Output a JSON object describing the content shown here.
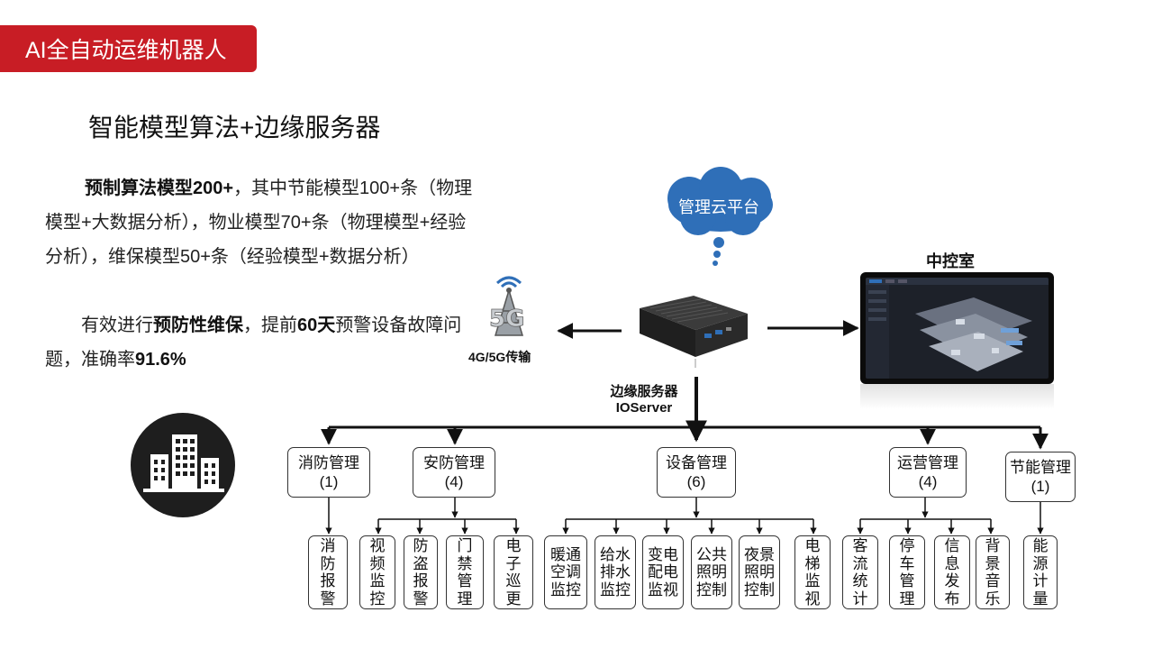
{
  "header": {
    "title": "AI全自动运维机器人",
    "color": "#c81d25"
  },
  "subtitle": "智能模型算法+边缘服务器",
  "paragraph1": {
    "bold1": "预制算法模型200+",
    "text1": "，其中节能模型100+条（物理模型+大数据分析），物业模型70+条（物理模型+经验分析），维保模型50+条（经验模型+数据分析）"
  },
  "paragraph2": {
    "text1": "有效进行",
    "bold1": "预防性维保",
    "text2": "，提前",
    "bold2": "60天",
    "text3": "预警设备故障问题，准确率",
    "bold3": "91.6%"
  },
  "diagram": {
    "cloud_label": "管理云平台",
    "cloud_color": "#2f6fb8",
    "transmission_label": "4G/5G传输",
    "server_label_line1": "边缘服务器",
    "server_label_line2": "IOServer",
    "control_room_label": "中控室",
    "groups": [
      {
        "name": "消防管理",
        "count": "(1)",
        "subs": [
          "消\n防\n报\n警"
        ]
      },
      {
        "name": "安防管理",
        "count": "(4)",
        "subs": [
          "视\n频\n监\n控",
          "防\n盗\n报\n警",
          "门\n禁\n管\n理",
          "电\n子\n巡\n更"
        ]
      },
      {
        "name": "设备管理",
        "count": "(6)",
        "subs": [
          "暖通\n空调\n监控",
          "给水\n排水\n监控",
          "变电\n配电\n监视",
          "公共\n照明\n控制",
          "夜景\n照明\n控制",
          "电\n梯\n监\n视"
        ]
      },
      {
        "name": "运营管理",
        "count": "(4)",
        "subs": [
          "客\n流\n统\n计",
          "停\n车\n管\n理",
          "信\n息\n发\n布",
          "背\n景\n音\n乐"
        ]
      },
      {
        "name": "节能管理",
        "count": "(1)",
        "subs": [
          "能\n源\n计\n量"
        ]
      }
    ]
  }
}
